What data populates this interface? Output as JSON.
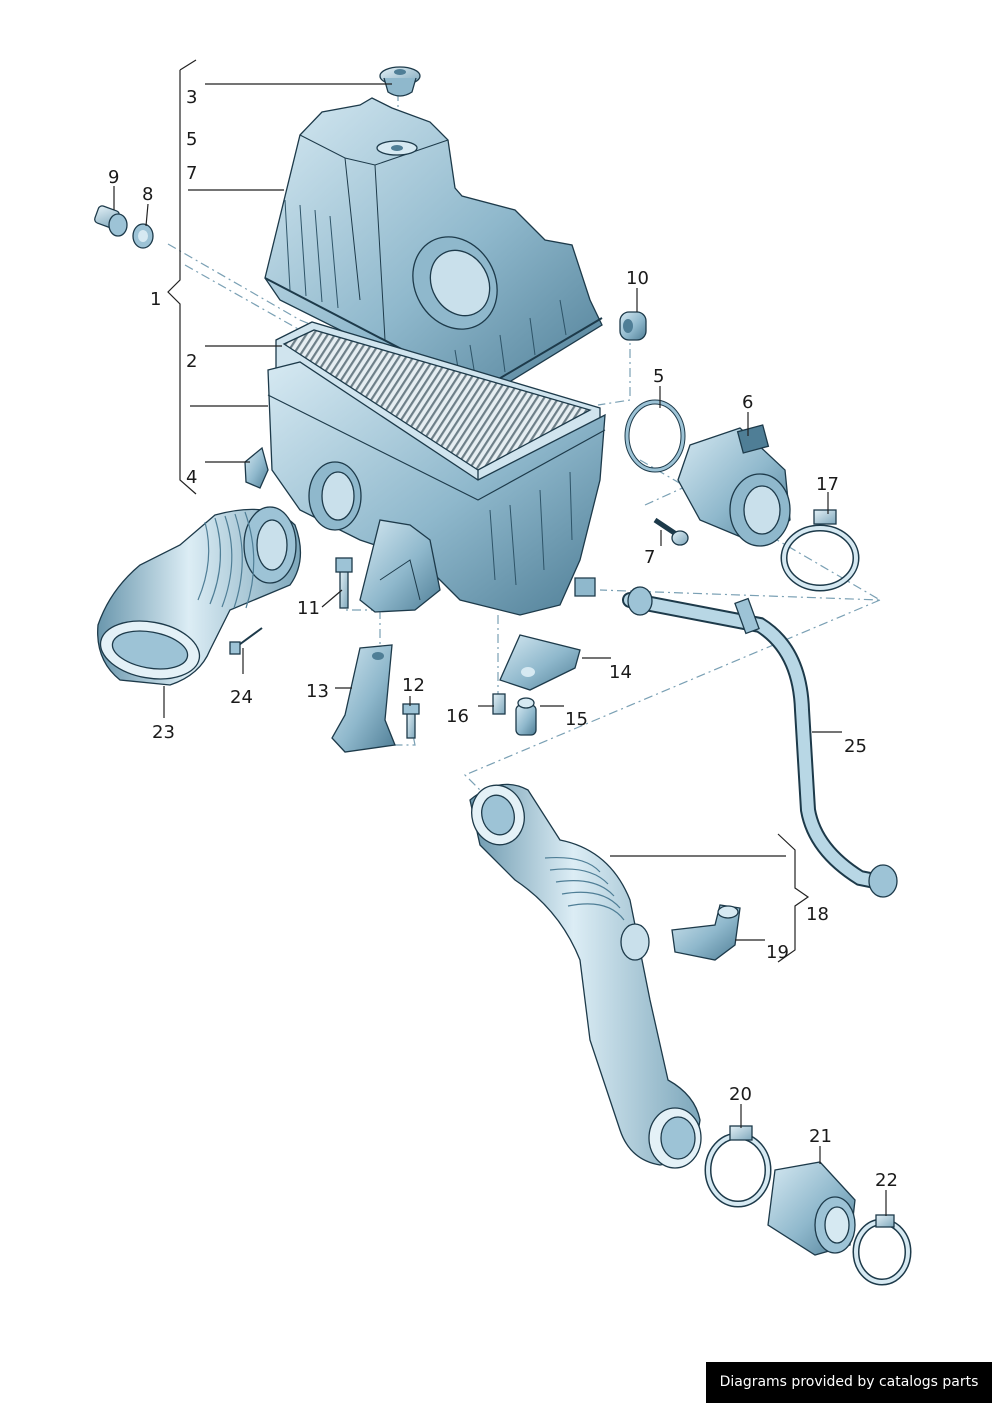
{
  "callouts": {
    "c1": "1",
    "c2": "2",
    "c3": "3",
    "c4": "4",
    "c5a": "5",
    "c5b": "5",
    "c6": "6",
    "c7a": "7",
    "c7b": "7",
    "c8": "8",
    "c9": "9",
    "c10": "10",
    "c11": "11",
    "c12": "12",
    "c13": "13",
    "c14": "14",
    "c15": "15",
    "c16": "16",
    "c17": "17",
    "c18": "18",
    "c19": "19",
    "c20": "20",
    "c21": "21",
    "c22": "22",
    "c23": "23",
    "c24": "24",
    "c25": "25"
  },
  "credit": "Diagrams provided by catalogs parts",
  "colors": {
    "part_fill": "#9dc3d6",
    "part_dark": "#5f8ea6",
    "part_light": "#d6e9f2",
    "filter_ribs": "#6d7f88",
    "leader": "#222222"
  }
}
